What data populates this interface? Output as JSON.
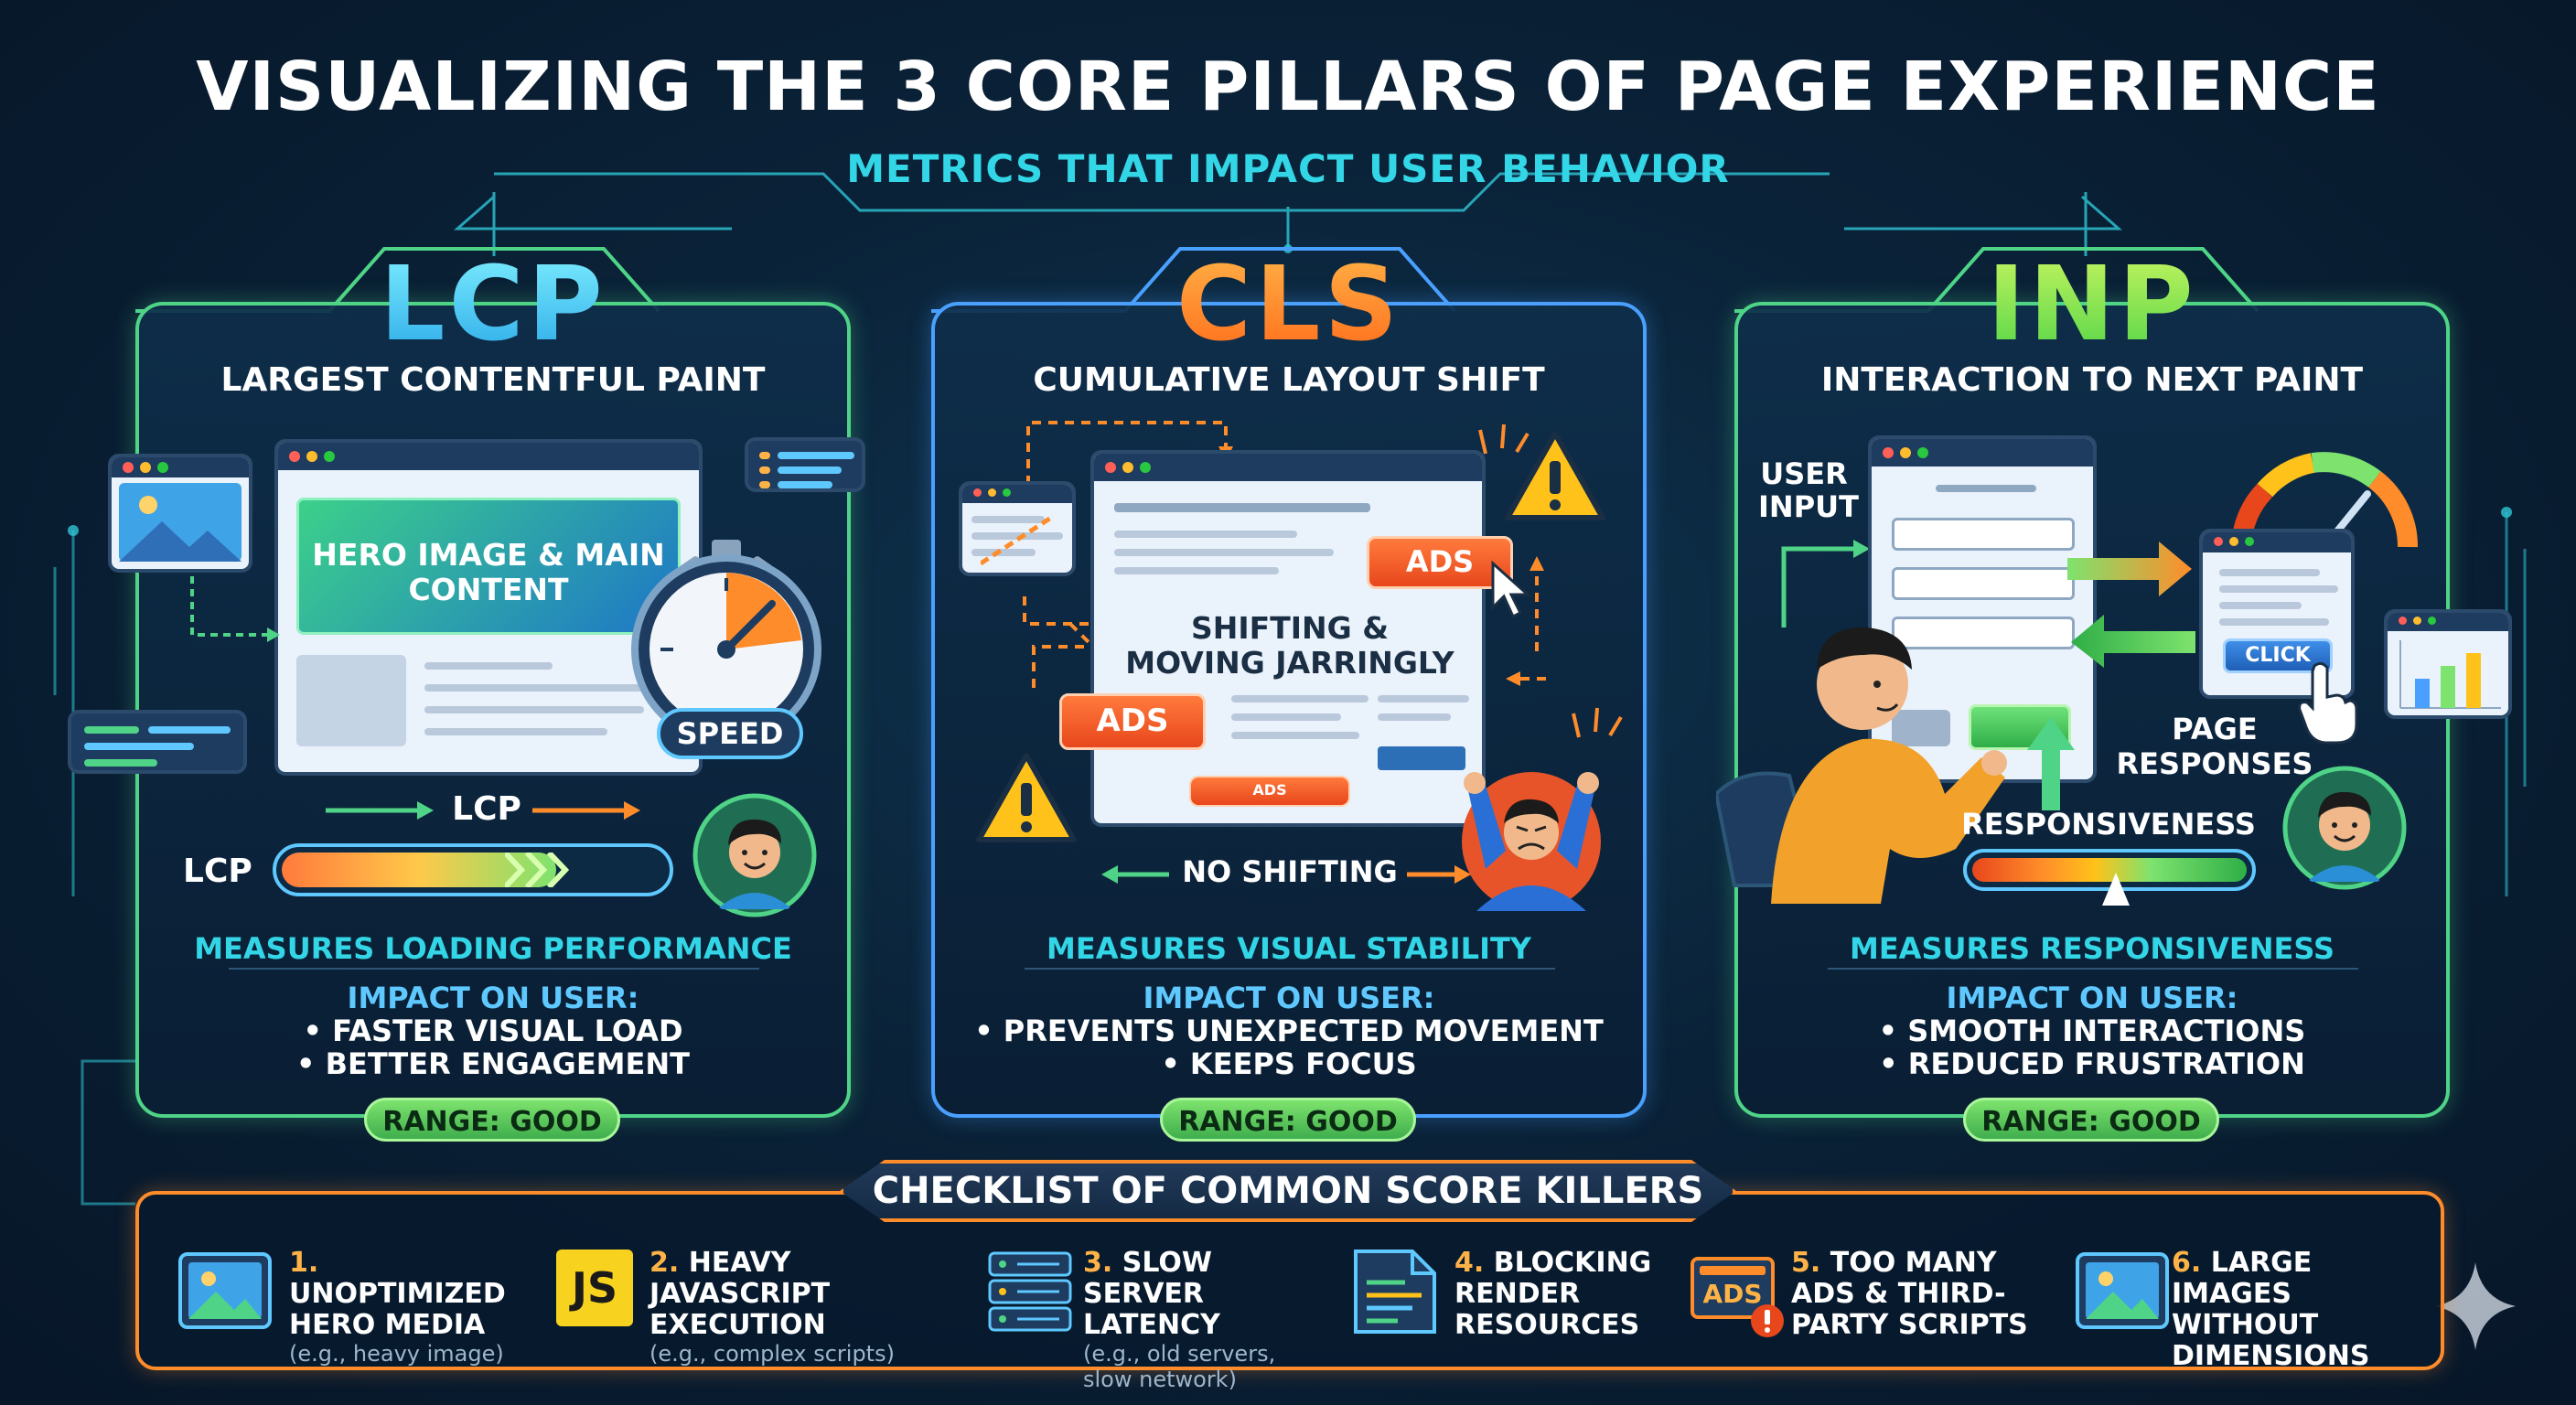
{
  "title": "VISUALIZING THE 3 CORE PILLARS OF PAGE EXPERIENCE",
  "subtitle": "METRICS THAT IMPACT USER BEHAVIOR",
  "pillars": {
    "lcp": {
      "acronym": "LCP",
      "full": "LARGEST CONTENTFUL PAINT",
      "hero_text": "HERO IMAGE & MAIN CONTENT",
      "speed_label": "SPEED",
      "flow_label": "LCP",
      "bar_label": "LCP",
      "measures": "MEASURES LOADING PERFORMANCE",
      "impact_heading": "IMPACT ON USER:",
      "impact_items": [
        "• FASTER VISUAL LOAD",
        "• BETTER ENGAGEMENT"
      ],
      "range": "RANGE: GOOD"
    },
    "cls": {
      "acronym": "CLS",
      "full": "CUMULATIVE LAYOUT SHIFT",
      "center_text": "SHIFTING & MOVING JARRINGLY",
      "ads_label": "ADS",
      "no_shift_label": "NO SHIFTING",
      "measures": "MEASURES VISUAL STABILITY",
      "impact_heading": "IMPACT ON USER:",
      "impact_items": [
        "• PREVENTS UNEXPECTED MOVEMENT",
        "• KEEPS FOCUS"
      ],
      "range": "RANGE: GOOD"
    },
    "inp": {
      "acronym": "INP",
      "full": "INTERACTION TO NEXT PAINT",
      "user_input": "USER INPUT",
      "click_label": "CLICK",
      "page_responses": "PAGE RESPONSES",
      "responsiveness": "RESPONSIVENESS",
      "measures": "MEASURES RESPONSIVENESS",
      "impact_heading": "IMPACT ON USER:",
      "impact_items": [
        "• SMOOTH INTERACTIONS",
        "• REDUCED FRUSTRATION"
      ],
      "range": "RANGE: GOOD"
    }
  },
  "checklist": {
    "title": "CHECKLIST OF COMMON SCORE KILLERS",
    "items": [
      {
        "num": "1.",
        "title": "UNOPTIMIZED HERO MEDIA",
        "example": "(e.g., heavy image)",
        "icon": "image-icon"
      },
      {
        "num": "2.",
        "title": "HEAVY JAVASCRIPT EXECUTION",
        "example": "(e.g., complex scripts)",
        "icon": "js-icon",
        "icon_text": "JS"
      },
      {
        "num": "3.",
        "title": "SLOW SERVER LATENCY",
        "example": "(e.g., old servers, slow network)",
        "icon": "server-icon"
      },
      {
        "num": "4.",
        "title": "BLOCKING RENDER RESOURCES",
        "example": "",
        "icon": "code-file-icon"
      },
      {
        "num": "5.",
        "title": "TOO MANY ADS & THIRD-PARTY SCRIPTS",
        "example": "",
        "icon": "ads-icon",
        "icon_text": "ADS"
      },
      {
        "num": "6.",
        "title": "LARGE IMAGES WITHOUT DIMENSIONS",
        "example": "",
        "icon": "image-icon"
      }
    ]
  },
  "colors": {
    "lcp": "#4fd487",
    "cls": "#4aa0ff",
    "inp": "#4fd487",
    "accent_cyan": "#33d6e6",
    "accent_orange": "#ff8c2a"
  }
}
